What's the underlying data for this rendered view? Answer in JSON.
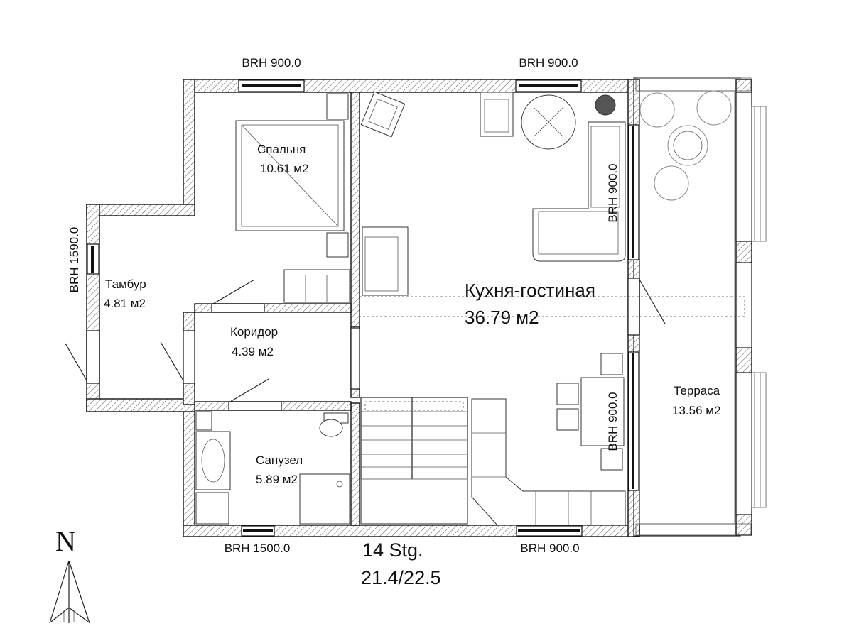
{
  "rooms": {
    "bedroom": {
      "name": "Спальня",
      "area": "10.61 м2"
    },
    "vestibule": {
      "name": "Тамбур",
      "area": "4.81 м2"
    },
    "corridor": {
      "name": "Коридор",
      "area": "4.39 м2"
    },
    "bathroom": {
      "name": "Санузел",
      "area": "5.89 м2"
    },
    "kitchen_living": {
      "name": "Кухня-гостиная",
      "area": "36.79 м2"
    },
    "terrace": {
      "name": "Терраса",
      "area": "13.56 м2"
    }
  },
  "window_labels": {
    "top_left": "BRH 900.0",
    "top_right": "BRH 900.0",
    "vestibule_left": "BRH 1590.0",
    "living_right_upper": "BRH 900.0",
    "living_right_lower": "BRH 900.0",
    "bottom_left": "BRH 1500.0",
    "bottom_right": "BRH 900.0"
  },
  "stairs": {
    "steps": "14 Stg.",
    "ratio": "21.4/22.5"
  },
  "north_arrow": {
    "letter": "N",
    "icon": "north-arrow-icon"
  }
}
